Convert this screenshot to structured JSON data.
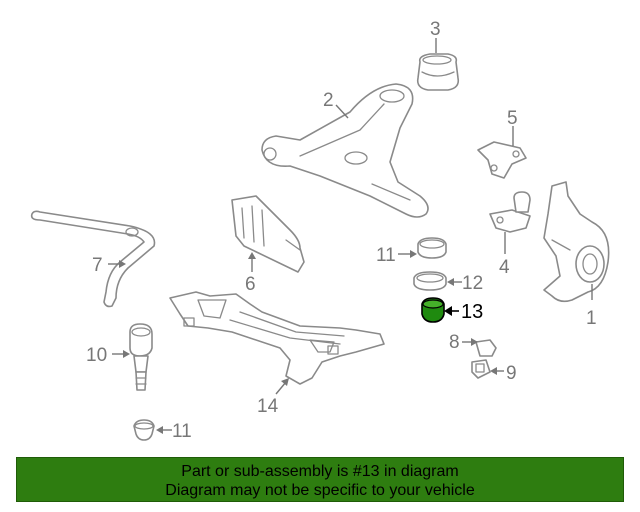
{
  "callouts": {
    "c1": "1",
    "c2": "2",
    "c3": "3",
    "c4": "4",
    "c5": "5",
    "c6": "6",
    "c7": "7",
    "c8": "8",
    "c9": "9",
    "c10": "10",
    "c11a": "11",
    "c11b": "11",
    "c12": "12",
    "c13": "13",
    "c14": "14"
  },
  "banner": {
    "line1": "Part or sub-assembly is #13 in diagram",
    "line2": "Diagram may not be specific to your vehicle"
  },
  "colors": {
    "banner_bg": "#2e7d10",
    "highlight_part": "#1f8a0f",
    "line_art": "#8a8a8a"
  }
}
